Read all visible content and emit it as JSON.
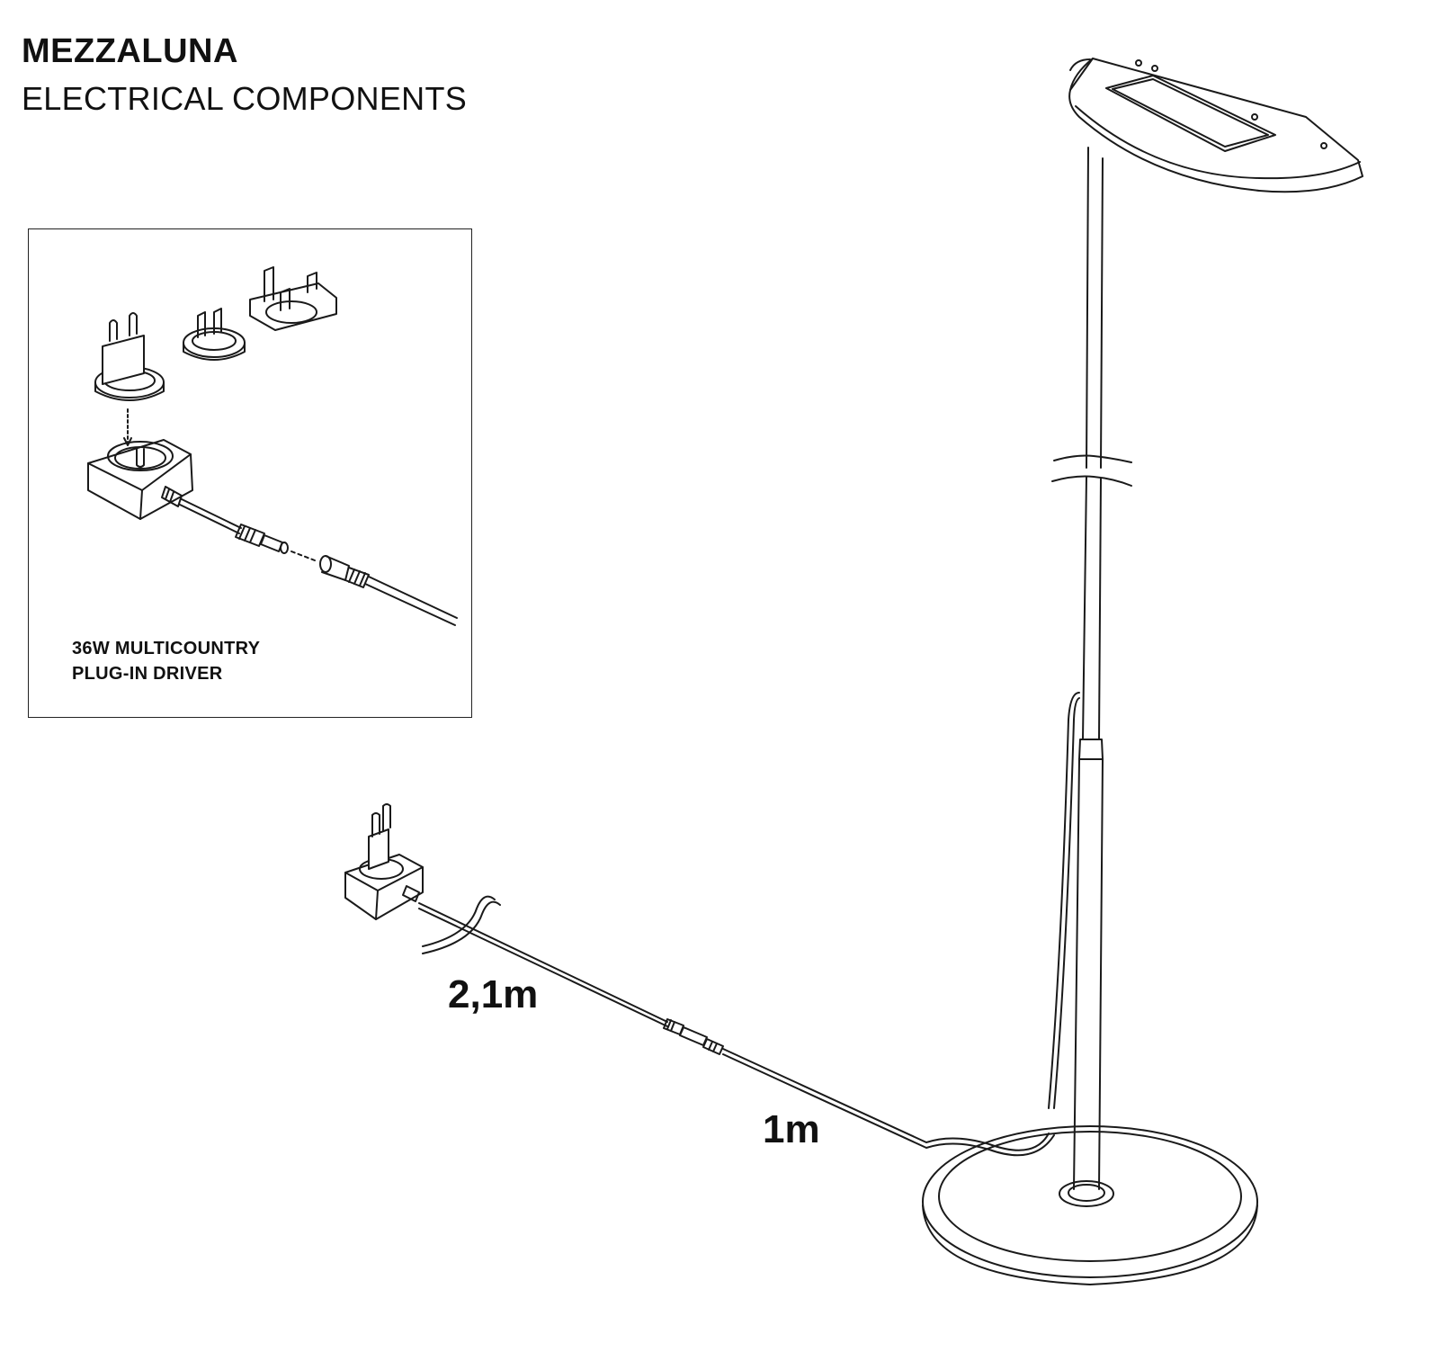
{
  "header": {
    "title": "MEZZALUNA",
    "subtitle": "ELECTRICAL COMPONENTS"
  },
  "inset": {
    "label_line1": "36W MULTICOUNTRY",
    "label_line2": "PLUG-IN DRIVER"
  },
  "dimensions": {
    "driver_cable": "2,1m",
    "lamp_cable": "1m"
  },
  "colors": {
    "line": "#1a1a1a",
    "background": "#ffffff"
  }
}
